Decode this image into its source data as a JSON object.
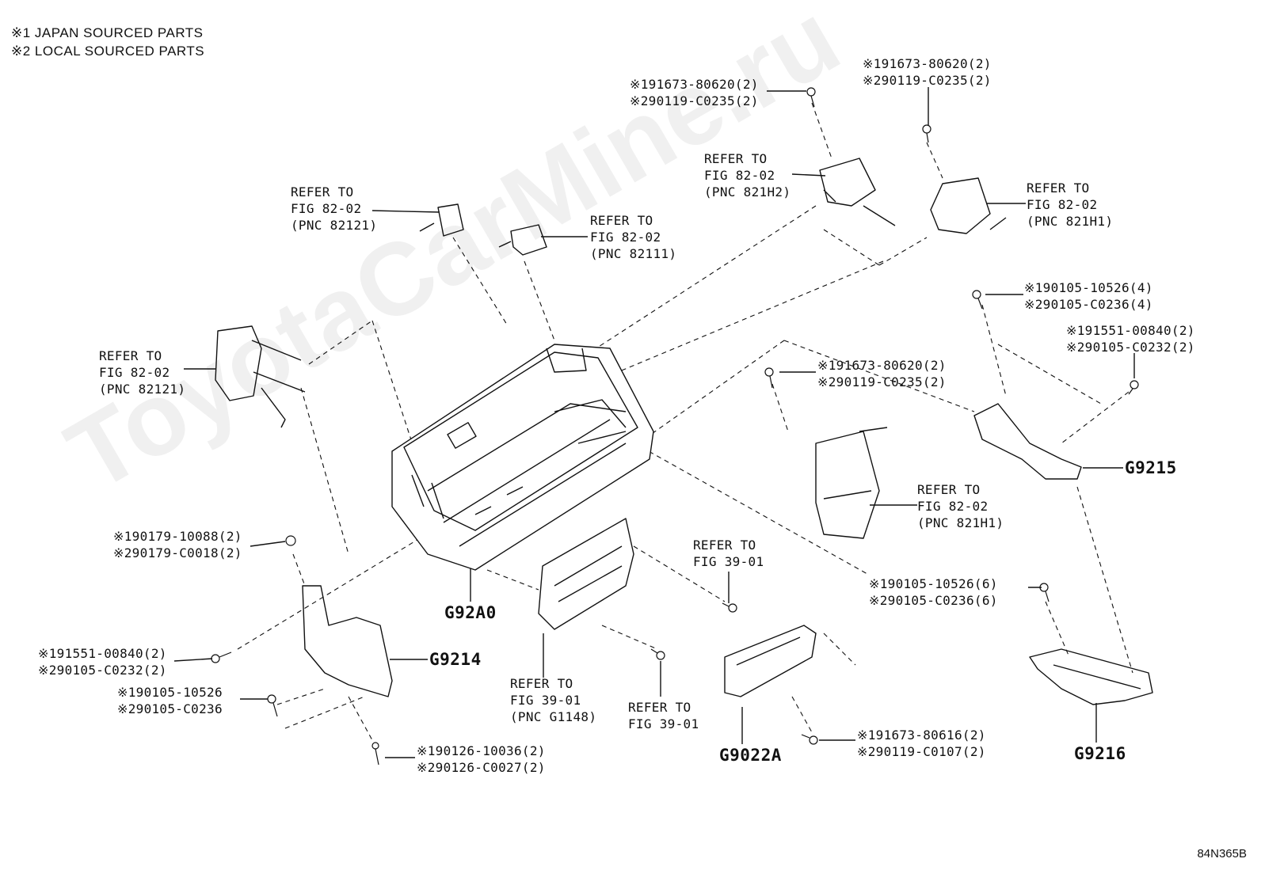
{
  "legend": [
    "※1 JAPAN SOURCED PARTS",
    "※2 LOCAL SOURCED PARTS"
  ],
  "watermark": "ToyotaCarMine.ru",
  "figure_id": "84N365B",
  "refer_labels": [
    [
      "REFER TO",
      "FIG 82-02",
      "(PNC 82121)"
    ],
    [
      "REFER TO",
      "FIG 82-02",
      "(PNC 82111)"
    ],
    [
      "REFER TO",
      "FIG 82-02",
      "(PNC 821H2)"
    ],
    [
      "REFER TO",
      "FIG 82-02",
      "(PNC 821H1)"
    ],
    [
      "REFER TO",
      "FIG 82-02",
      "(PNC 82121)"
    ],
    [
      "REFER TO",
      "FIG 82-02",
      "(PNC 821H1)"
    ],
    [
      "REFER TO",
      "FIG 39-01"
    ],
    [
      "REFER TO",
      "FIG 39-01",
      "(PNC G1148)"
    ],
    [
      "REFER TO",
      "FIG 39-01"
    ]
  ],
  "part_labels": [
    [
      "※191673-80620(2)",
      "※290119-C0235(2)"
    ],
    [
      "※191673-80620(2)",
      "※290119-C0235(2)"
    ],
    [
      "※190105-10526(4)",
      "※290105-C0236(4)"
    ],
    [
      "※191551-00840(2)",
      "※290105-C0232(2)"
    ],
    [
      "※191673-80620(2)",
      "※290119-C0235(2)"
    ],
    [
      "※190179-10088(2)",
      "※290179-C0018(2)"
    ],
    [
      "※190105-10526(6)",
      "※290105-C0236(6)"
    ],
    [
      "※191551-00840(2)",
      "※290105-C0232(2)"
    ],
    [
      "※190105-10526",
      "※290105-C0236"
    ],
    [
      "※190126-10036(2)",
      "※290126-C0027(2)"
    ],
    [
      "※191673-80616(2)",
      "※290119-C0107(2)"
    ]
  ],
  "codes": [
    "G9215",
    "G92A0",
    "G9214",
    "G9022A",
    "G9216"
  ]
}
